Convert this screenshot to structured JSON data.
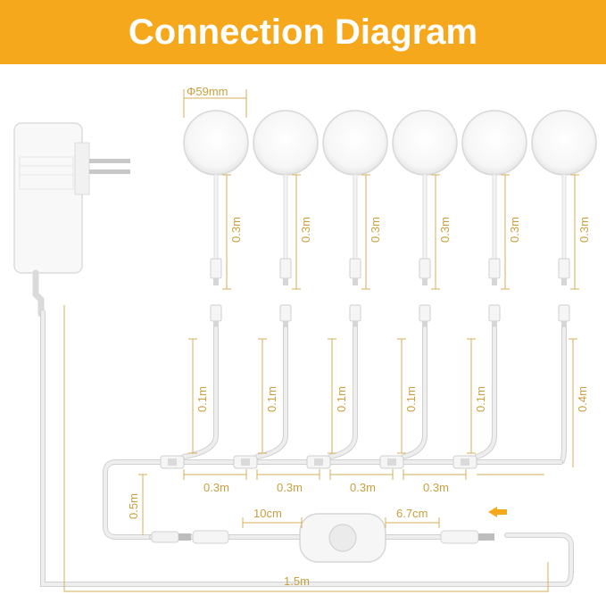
{
  "title": "Connection Diagram",
  "colors": {
    "banner": "#F5A81C",
    "dimension": "#D6B15A",
    "arrow": "#F5A81C"
  },
  "labels": {
    "diameter": "Φ59mm",
    "light_cable": "0.3m",
    "branch_short": "0.1m",
    "branch_long": "0.4m",
    "bus_segment": "0.3m",
    "bus_drop": "0.5m",
    "dimmer_in": "10cm",
    "dimmer_out": "6.7cm",
    "adapter_cable": "1.5m"
  },
  "icons": {
    "flow_arrow": "arrow-left-icon",
    "dimmer": "dimmer-switch-icon",
    "adapter": "power-adapter-icon"
  }
}
